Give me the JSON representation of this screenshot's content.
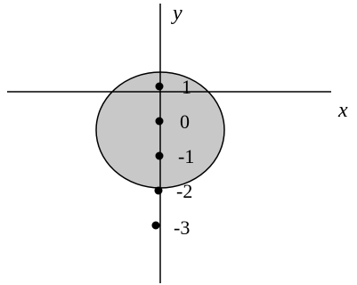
{
  "axes": {
    "x_label": "x",
    "y_label": "y"
  },
  "colors": {
    "disk_fill": "#c8c8c8",
    "stroke": "#000000"
  },
  "points": [
    {
      "label": "1"
    },
    {
      "label": "0"
    },
    {
      "label": "-1"
    },
    {
      "label": "-2"
    },
    {
      "label": "-3"
    }
  ]
}
